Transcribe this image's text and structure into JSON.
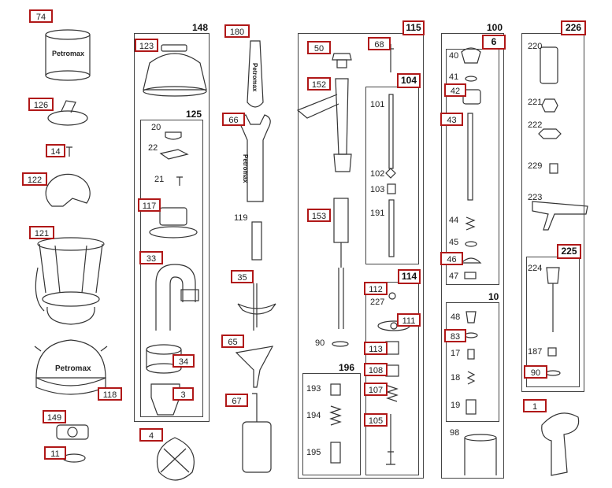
{
  "groups": {
    "g148": "148",
    "g125": "125",
    "g115": "115",
    "g104": "104",
    "g114": "114",
    "g196": "196",
    "g100": "100",
    "g6": "6",
    "g10": "10",
    "g226": "226",
    "g225": "225"
  },
  "boxed": {
    "p74": "74",
    "p126": "126",
    "p14": "14",
    "p122": "122",
    "p121": "121",
    "p118": "118",
    "p149": "149",
    "p11": "11",
    "p123": "123",
    "p117": "117",
    "p33": "33",
    "p34": "34",
    "p3": "3",
    "p4": "4",
    "p180": "180",
    "p66": "66",
    "p35": "35",
    "p65": "65",
    "p67": "67",
    "p50": "50",
    "p68": "68",
    "p152": "152",
    "p153": "153",
    "p112": "112",
    "p111": "111",
    "p113": "113",
    "p108": "108",
    "p107": "107",
    "p105": "105",
    "p42": "42",
    "p43": "43",
    "p46": "46",
    "p83": "83",
    "p90b": "90",
    "p1": "1"
  },
  "plain": {
    "p20": "20",
    "p22": "22",
    "p21": "21",
    "p119": "119",
    "p101": "101",
    "p102": "102",
    "p103": "103",
    "p191": "191",
    "p90a": "90",
    "p227": "227",
    "p193": "193",
    "p194": "194",
    "p195": "195",
    "p40": "40",
    "p41": "41",
    "p44": "44",
    "p45": "45",
    "p47": "47",
    "p48": "48",
    "p17": "17",
    "p18": "18",
    "p19": "19",
    "p98": "98",
    "p220": "220",
    "p221": "221",
    "p222": "222",
    "p229": "229",
    "p223": "223",
    "p224": "224",
    "p187": "187"
  },
  "brand": "Petromax",
  "colors": {
    "accent": "#b01818",
    "line": "#333333"
  }
}
